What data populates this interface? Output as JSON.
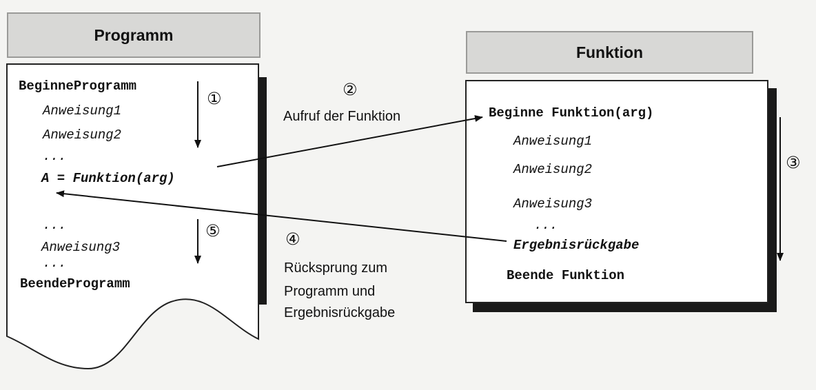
{
  "program": {
    "title": "Programm",
    "lines": {
      "begin": "BeginneProgramm",
      "stmt1": "Anweisung1",
      "stmt2": "Anweisung2",
      "dots1": "...",
      "call": "A = Funktion(arg)",
      "dots2": "...",
      "stmt3": "Anweisung3",
      "dots3": "...",
      "end": "BeendeProgramm"
    }
  },
  "function": {
    "title": "Funktion",
    "lines": {
      "begin": "Beginne Funktion(arg)",
      "stmt1": "Anweisung1",
      "stmt2": "Anweisung2",
      "stmt3": "Anweisung3",
      "dots": "...",
      "return": "Ergebnisrückgabe",
      "end": "Beende Funktion"
    }
  },
  "steps": {
    "s1": "①",
    "s2": "②",
    "s3": "③",
    "s4": "④",
    "s5": "⑤"
  },
  "labels": {
    "call": "Aufruf der Funktion",
    "return_line1": "Rücksprung zum",
    "return_line2": "Programm und",
    "return_line3": "Ergebnisrückgabe"
  }
}
